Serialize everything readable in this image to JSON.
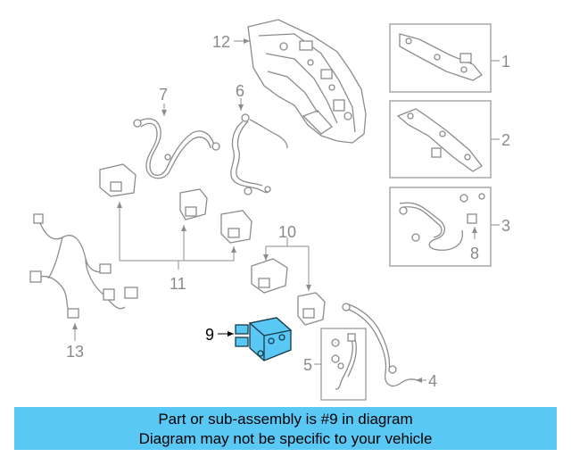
{
  "callouts": {
    "c1": "1",
    "c2": "2",
    "c3": "3",
    "c4": "4",
    "c5": "5",
    "c6": "6",
    "c7": "7",
    "c8": "8",
    "c9": "9",
    "c10": "10",
    "c11": "11",
    "c12": "12",
    "c13": "13"
  },
  "highlight": {
    "part": "9",
    "color": "#5ac8f5"
  },
  "banner": {
    "line1": "Part or sub-assembly is #9 in diagram",
    "line2": "Diagram may not be specific to your vehicle",
    "color": "#5ac8f5"
  }
}
